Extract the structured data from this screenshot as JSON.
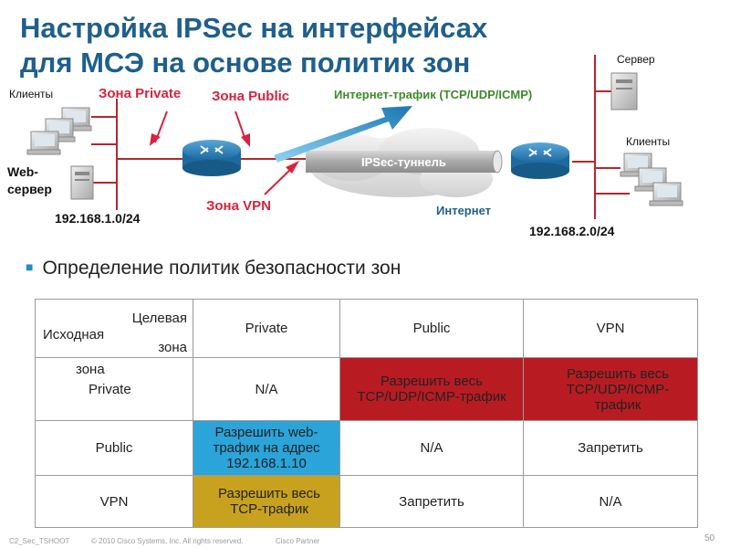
{
  "title_line1": "Настройка IPSec на интерфейсах",
  "title_line2": "для МСЭ на основе политик зон",
  "labels": {
    "clients_left": "Клиенты",
    "web_server_1": "Web-",
    "web_server_2": "сервер",
    "zone_private": "Зона Private",
    "zone_public": "Зона Public",
    "zone_vpn": "Зона VPN",
    "internet_traffic": "Интернет-трафик (TCP/UDP/ICMP)",
    "ipsec_tunnel": "IPSec-туннель",
    "internet": "Интернет",
    "server_right": "Сервер",
    "clients_right": "Клиенты",
    "net_left": "192.168.1.0/24",
    "net_right": "192.168.2.0/24"
  },
  "bullet": "Определение политик безопасности зон",
  "table": {
    "header_target_1": "Целевая",
    "header_target_2": "зона",
    "header_source_1": "Исходная",
    "header_source_2": "зона",
    "columns": [
      "Private",
      "Public",
      "VPN"
    ],
    "rows": [
      {
        "source": "Private",
        "cells": [
          "N/A",
          "Разрешить весь TCP/UDP/ICMP-трафик",
          "Разрешить весь TCP/UDP/ICMP-трафик"
        ]
      },
      {
        "source": "Public",
        "cells": [
          "Разрешить web- трафик на адрес 192.168.1.10",
          "N/A",
          "Запретить"
        ]
      },
      {
        "source": "VPN",
        "cells": [
          "Разрешить весь TCP-трафик",
          "Запретить",
          "N/A"
        ]
      }
    ]
  },
  "footer": {
    "left": "C2_Sec_TSHOOT",
    "copyright": "© 2010 Cisco Systems, Inc. All rights reserved.",
    "partner": "Cisco Partner",
    "page": "50"
  },
  "colors": {
    "title": "#1f5f8b",
    "zone_label": "#d6243d",
    "traffic_label": "#3d8a2a",
    "allow_all": "#b81c22",
    "allow_web": "#2aa4d9",
    "allow_tcp": "#c8a21e"
  }
}
